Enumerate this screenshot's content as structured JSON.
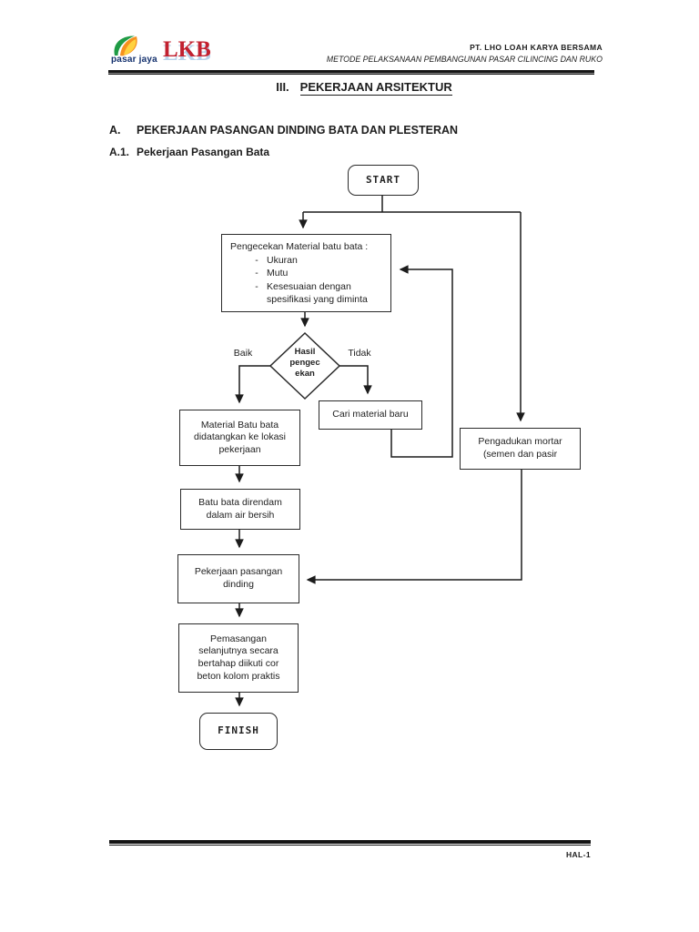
{
  "header": {
    "logo_pasar_jaya": "pasar jaya",
    "logo_lkb": "LKB",
    "company_name": "PT. LHO LOAH KARYA BERSAMA",
    "doc_title": "METODE PELAKSANAAN PEMBANGUNAN PASAR CILINCING DAN RUKO"
  },
  "headings": {
    "chapter_number": "III.",
    "chapter_title": "PEKERJAAN ARSITEKTUR",
    "section_number": "A.",
    "section_title": "PEKERJAAN PASANGAN DINDING BATA DAN PLESTERAN",
    "subsection_number": "A.1.",
    "subsection_title": "Pekerjaan Pasangan Bata"
  },
  "flowchart": {
    "start_label": "START",
    "check_title": "Pengecekan Material batu bata :",
    "check_bullet": "-",
    "check_items": [
      "Ukuran",
      "Mutu",
      "Kesesuaian dengan spesifikasi yang diminta"
    ],
    "decision_lines": [
      "Hasil",
      "pengec",
      "ekan"
    ],
    "branch_good": "Baik",
    "branch_bad": "Tidak",
    "node_cari": "Cari material baru",
    "node_material": "Material Batu bata didatangkan ke lokasi pekerjaan",
    "node_rendam": "Batu bata direndam dalam air bersih",
    "node_mortar": "Pengadukan mortar (semen dan pasir",
    "node_pasangan": "Pekerjaan pasangan dinding",
    "node_pemasangan": "Pemasangan selanjutnya secara bertahap diikuti cor beton kolom praktis",
    "finish_label": "FINISH"
  },
  "footer": {
    "page_label": "HAL-1"
  }
}
